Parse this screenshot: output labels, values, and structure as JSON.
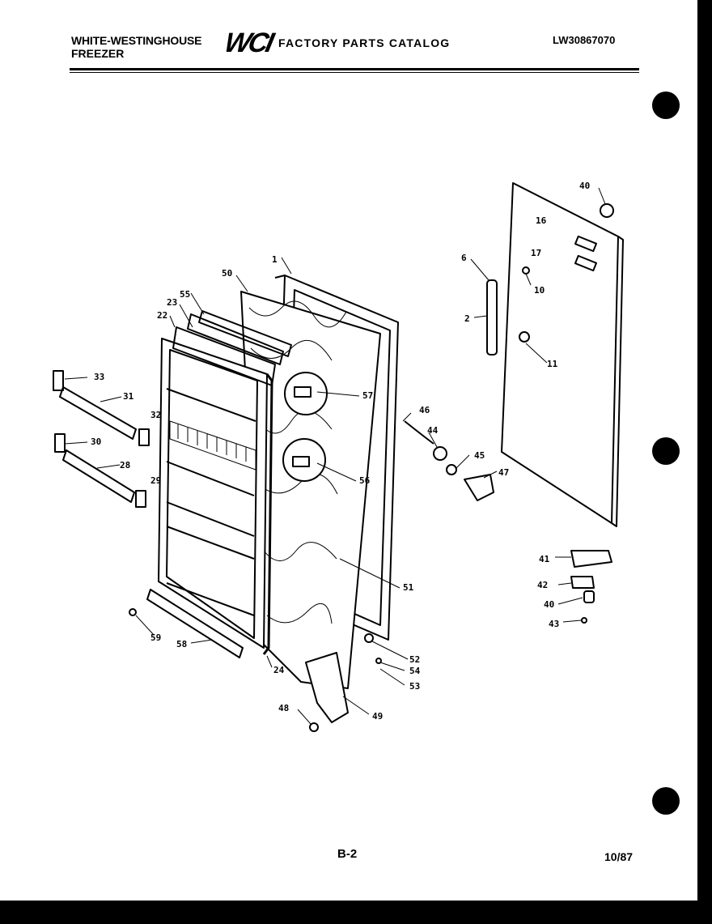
{
  "header": {
    "brand_line1": "WHITE-WESTINGHOUSE",
    "brand_line2": "FREEZER",
    "logo_text": "WCI",
    "catalog_title": "FACTORY PARTS CATALOG",
    "model_number": "LW30867070"
  },
  "footer": {
    "page_number": "B-2",
    "date": "10/87"
  },
  "diagram": {
    "callouts": [
      "1",
      "2",
      "6",
      "10",
      "11",
      "16",
      "17",
      "22",
      "23",
      "24",
      "28",
      "29",
      "30",
      "31",
      "32",
      "33",
      "40",
      "40",
      "41",
      "42",
      "43",
      "44",
      "45",
      "46",
      "47",
      "48",
      "49",
      "50",
      "51",
      "52",
      "53",
      "54",
      "55",
      "56",
      "57",
      "58",
      "59"
    ]
  }
}
